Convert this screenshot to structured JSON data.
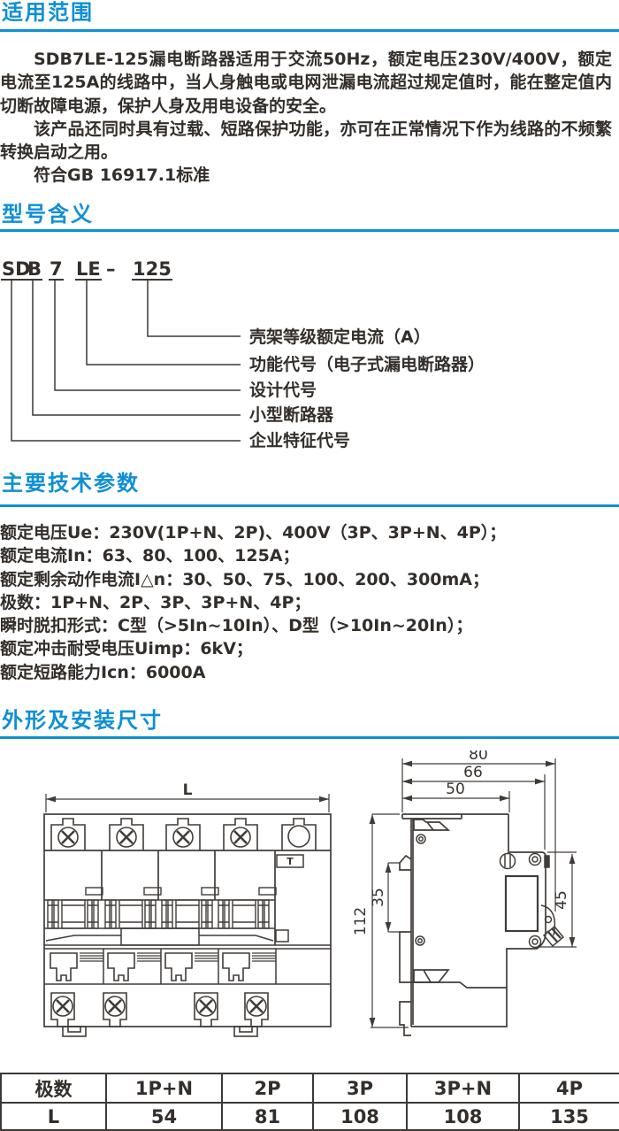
{
  "accent_color": "#0e8fd6",
  "sections": {
    "scope": {
      "title": "适用范围",
      "paragraphs": [
        "SDB7LE-125漏电断路器适用于交流50Hz，额定电压230V/400V，额定电流至125A的线路中，当人身触电或电网泄漏电流超过规定值时，能在整定值内切断故障电源，保护人身及用电设备的安全。",
        "该产品还同时具有过载、短路保护功能，亦可在正常情况下作为线路的不频繁转换启动之用。",
        "符合GB 16917.1标准"
      ]
    },
    "model": {
      "title": "型号含义",
      "code_parts": [
        "SD",
        "B",
        "7",
        "LE",
        "–",
        "125"
      ],
      "labels": [
        "壳架等级额定电流（A）",
        "功能代号（电子式漏电断路器）",
        "设计代号",
        "小型断路器",
        "企业特征代号"
      ]
    },
    "params": {
      "title": "主要技术参数",
      "items": [
        "额定电压Ue：230V(1P+N、2P)、400V（3P、3P+N、4P）；",
        "额定电流In：63、80、100、125A；",
        "额定剩余动作电流I△n：30、50、75、100、200、300mA；",
        "极数：1P+N、2P、3P、3P+N、4P；",
        "瞬时脱扣形式：C型（>5In~10In）、D型（>10In~20In）；",
        "额定冲击耐受电压Uimp：6kV；",
        "额定短路能力Icn：6000A"
      ]
    },
    "dimensions": {
      "title": "外形及安装尺寸",
      "drawings": {
        "front_view": {
          "length_label": "L",
          "test_button_label": "T"
        },
        "side_view": {
          "width_outer": "80",
          "width_mid": "66",
          "width_inner": "50",
          "height_total": "112",
          "din_rail": "35",
          "depth_front": "45"
        }
      },
      "table": {
        "header": [
          "极数",
          "1P+N",
          "2P",
          "3P",
          "3P+N",
          "4P"
        ],
        "rows": [
          [
            "L",
            "54",
            "81",
            "108",
            "108",
            "135"
          ]
        ]
      }
    }
  }
}
